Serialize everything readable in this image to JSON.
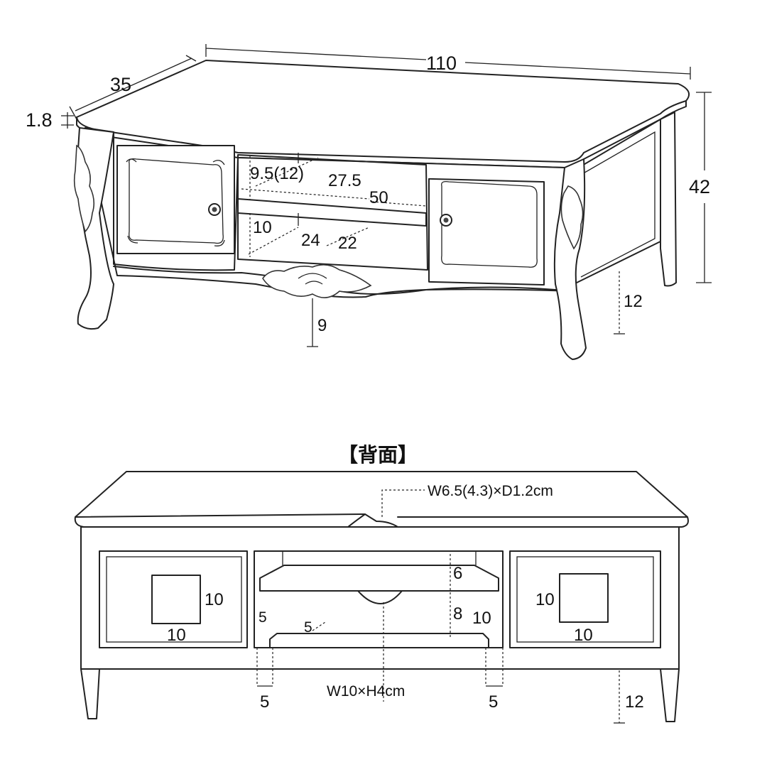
{
  "front": {
    "width": "110",
    "depth": "35",
    "top_thickness": "1.8",
    "height": "42",
    "shelf_opening_height": "9.5(12)",
    "shelf_depth_upper": "27.5",
    "shelf_width": "50",
    "lower_opening_height": "10",
    "shelf_depth_lower_front": "24",
    "shelf_depth_lower": "22",
    "apron_clearance": "9",
    "leg_clearance": "12"
  },
  "back": {
    "title": "【背面】",
    "notch_label": "W6.5(4.3)×D1.2cm",
    "hole_label": "W10×H4cm",
    "left_hole_w": "10",
    "left_hole_h": "10",
    "right_hole_w": "10",
    "right_hole_h": "10",
    "upper_gap": "6",
    "middle_gap": "8",
    "right_gap": "10",
    "side_gap_left": "5",
    "shelf_gap": "5",
    "bottom_left": "5",
    "bottom_right": "5",
    "leg_clearance": "12"
  }
}
